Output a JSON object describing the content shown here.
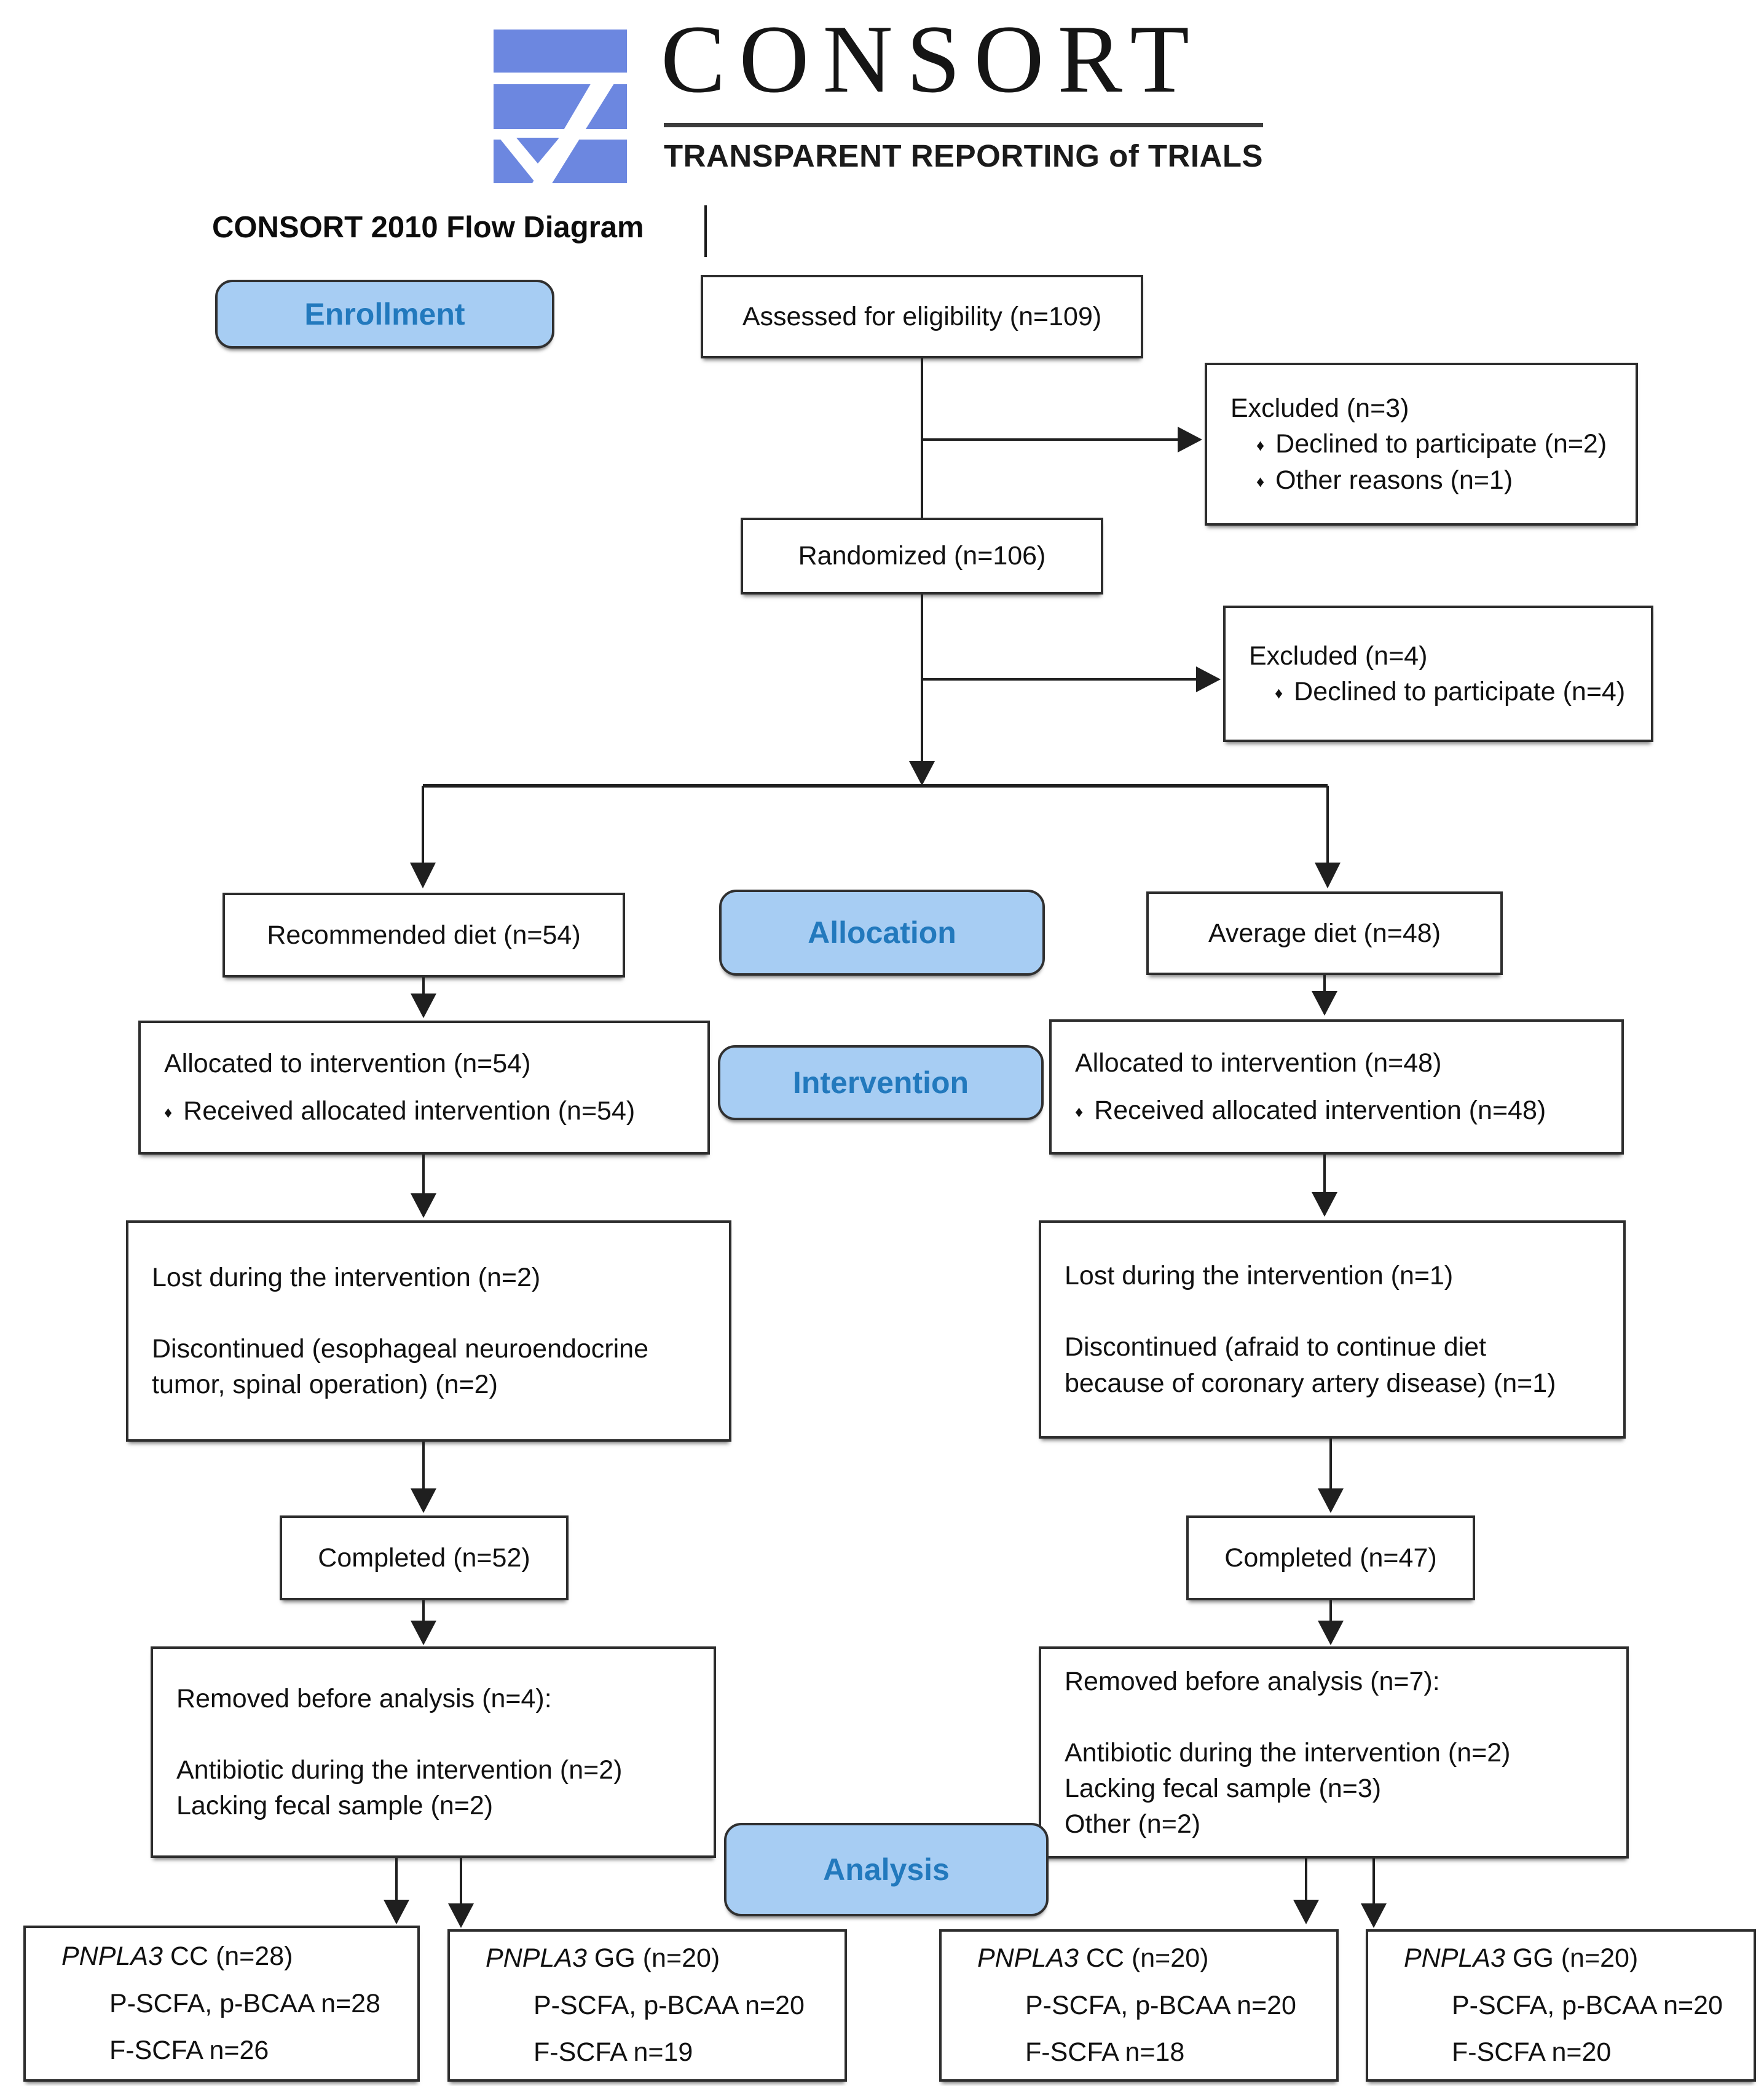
{
  "logo": {
    "wordmark": "CONSORT",
    "tagline": "TRANSPARENT REPORTING of TRIALS"
  },
  "title": "CONSORT 2010 Flow Diagram",
  "chars": {
    "bullet": "♦"
  },
  "stage_labels": {
    "enrollment": "Enrollment",
    "allocation": "Allocation",
    "intervention": "Intervention",
    "analysis": "Analysis"
  },
  "colors": {
    "stage_fill": "#A7CDF3",
    "stage_text": "#2279BD",
    "logo_blue": "#6C87E0",
    "box_border": "#2D2D2D"
  },
  "boxes": {
    "assessed": {
      "text": "Assessed for eligibility (n=109)"
    },
    "excluded_enrollment": {
      "title": "Excluded (n=3)",
      "bullets": [
        "Declined to participate (n=2)",
        "Other reasons (n=1)"
      ]
    },
    "randomized": {
      "text": "Randomized (n=106)"
    },
    "excluded_randomized": {
      "title": "Excluded (n=4)",
      "bullets": [
        "Declined to participate (n=4)"
      ]
    },
    "arm_left": {
      "text": "Recommended diet (n=54)"
    },
    "arm_right": {
      "text": "Average diet (n=48)"
    },
    "alloc_left": {
      "line1": "Allocated to intervention (n=54)",
      "bullets": [
        "Received allocated intervention (n=54)"
      ]
    },
    "alloc_right": {
      "line1": "Allocated to intervention (n=48)",
      "bullets": [
        "Received allocated intervention (n=48)"
      ]
    },
    "lost_left": {
      "lines": [
        "Lost during the intervention (n=2)",
        "",
        "Discontinued (esophageal neuroendocrine",
        "tumor, spinal operation) (n=2)"
      ]
    },
    "lost_right": {
      "lines": [
        "Lost during the intervention (n=1)",
        "",
        "Discontinued (afraid to continue diet",
        "because of coronary artery disease) (n=1)"
      ]
    },
    "completed_left": {
      "text": "Completed (n=52)"
    },
    "completed_right": {
      "text": "Completed (n=47)"
    },
    "removed_left": {
      "lines": [
        "Removed before analysis (n=4):",
        "",
        "Antibiotic during the intervention (n=2)",
        "Lacking fecal sample (n=2)"
      ]
    },
    "removed_right": {
      "lines": [
        "Removed before analysis (n=7):",
        "",
        "Antibiotic during the intervention (n=2)",
        "Lacking fecal sample (n=3)",
        "Other (n=2)"
      ]
    },
    "genotype_boxes": [
      {
        "gene": "PNPLA3",
        "rest": " CC (n=28)",
        "line2": "P-SCFA, p-BCAA n=28",
        "line3": "F-SCFA n=26"
      },
      {
        "gene": "PNPLA3",
        "rest": " GG (n=20)",
        "line2": "P-SCFA, p-BCAA n=20",
        "line3": "F-SCFA n=19"
      },
      {
        "gene": "PNPLA3",
        "rest": " CC (n=20)",
        "line2": "P-SCFA, p-BCAA n=20",
        "line3": "F-SCFA n=18"
      },
      {
        "gene": "PNPLA3",
        "rest": " GG (n=20)",
        "line2": "P-SCFA, p-BCAA n=20",
        "line3": "F-SCFA n=20"
      }
    ]
  }
}
